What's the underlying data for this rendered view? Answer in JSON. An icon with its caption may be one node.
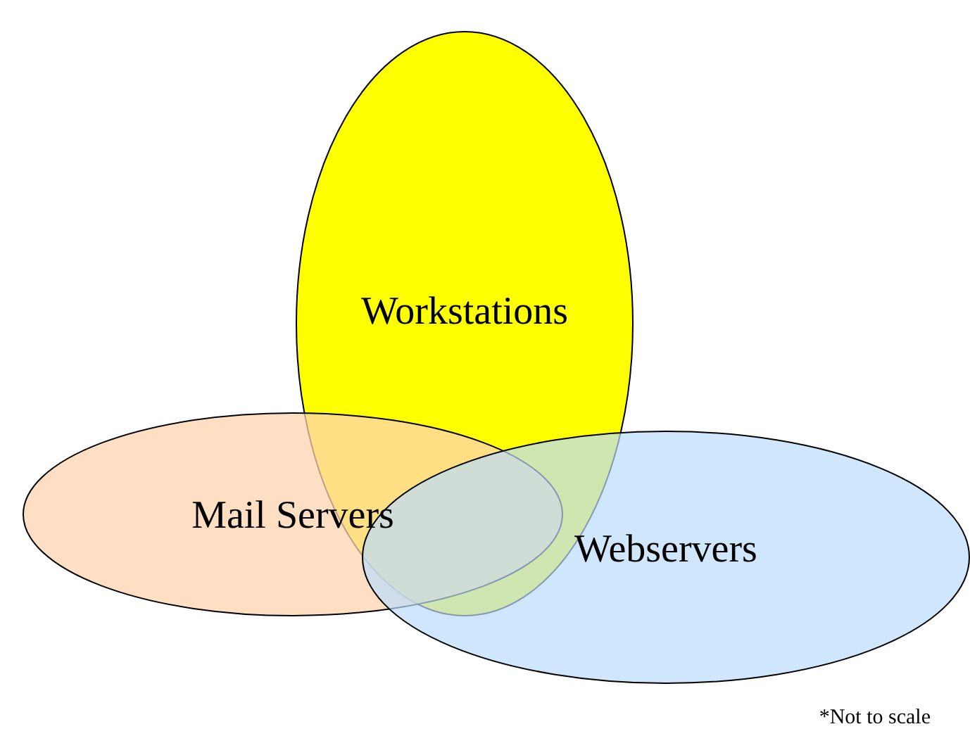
{
  "diagram": {
    "nodes": [
      {
        "text": [
          "Workstations"
        ]
      },
      {
        "text": [
          "Mail Servers"
        ]
      },
      {
        "text": [
          "Webservers"
        ]
      }
    ],
    "edges": [],
    "labels": [
      "*Not to scale"
    ]
  }
}
